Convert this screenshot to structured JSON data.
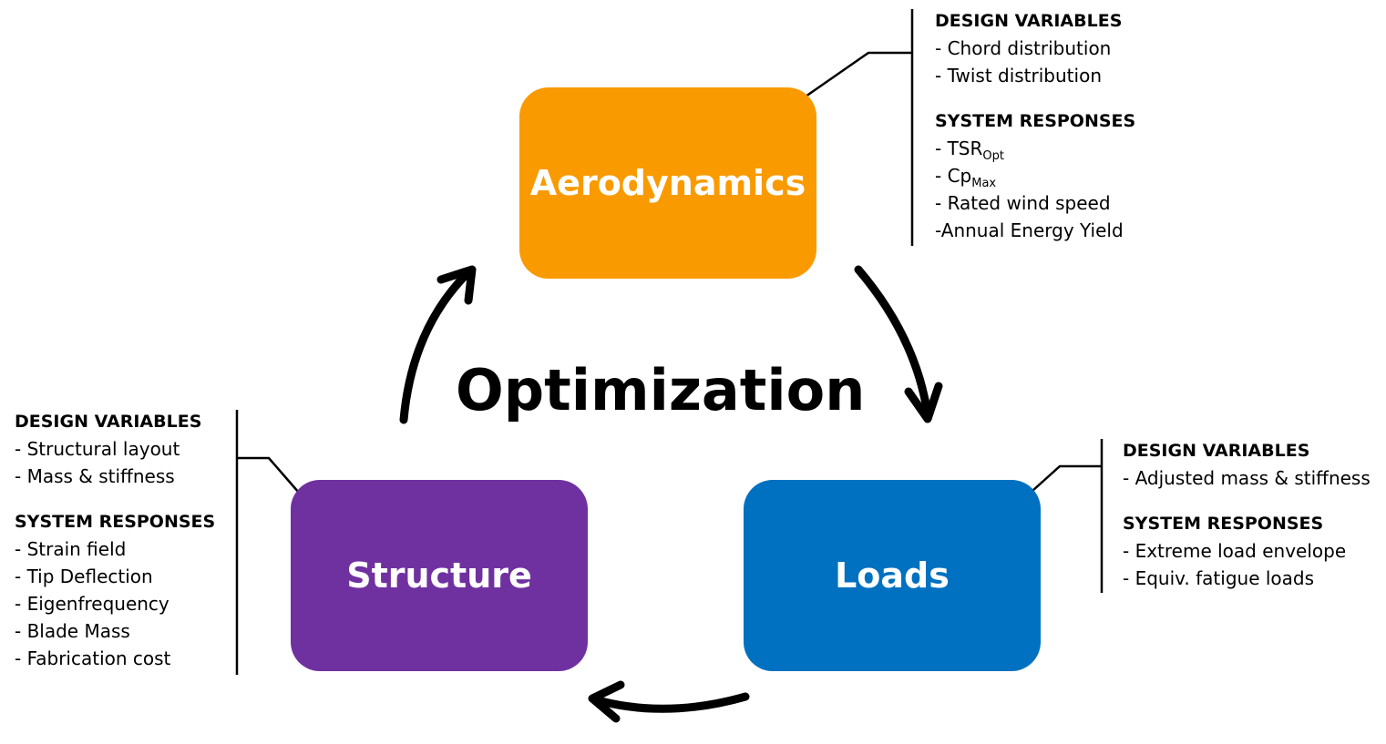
{
  "title": "Optimization",
  "colors": {
    "aerodynamics": "#F99A00",
    "structure": "#7031A0",
    "loads": "#0070C0"
  },
  "nodes": {
    "aerodynamics": "Aerodynamics",
    "structure": "Structure",
    "loads": "Loads"
  },
  "panels": {
    "aerodynamics": {
      "dv_header": "DESIGN VARIABLES",
      "dv": [
        "- Chord distribution",
        "- Twist distribution"
      ],
      "sr_header": "SYSTEM RESPONSES",
      "sr_tsr": "- TSR",
      "sr_tsr_sub": "Opt",
      "sr_cp": "- Cp",
      "sr_cp_sub": "Max",
      "sr": [
        "- Rated wind speed",
        "-Annual Energy Yield"
      ]
    },
    "structure": {
      "dv_header": "DESIGN VARIABLES",
      "dv": [
        "- Structural layout",
        "- Mass & stiffness"
      ],
      "sr_header": "SYSTEM RESPONSES",
      "sr": [
        "- Strain field",
        "- Tip Deflection",
        "- Eigenfrequency",
        "- Blade Mass",
        "- Fabrication cost"
      ]
    },
    "loads": {
      "dv_header": "DESIGN VARIABLES",
      "dv": [
        "- Adjusted mass & stiffness"
      ],
      "sr_header": "SYSTEM RESPONSES",
      "sr": [
        "- Extreme load envelope",
        "- Equiv. fatigue loads"
      ]
    }
  }
}
